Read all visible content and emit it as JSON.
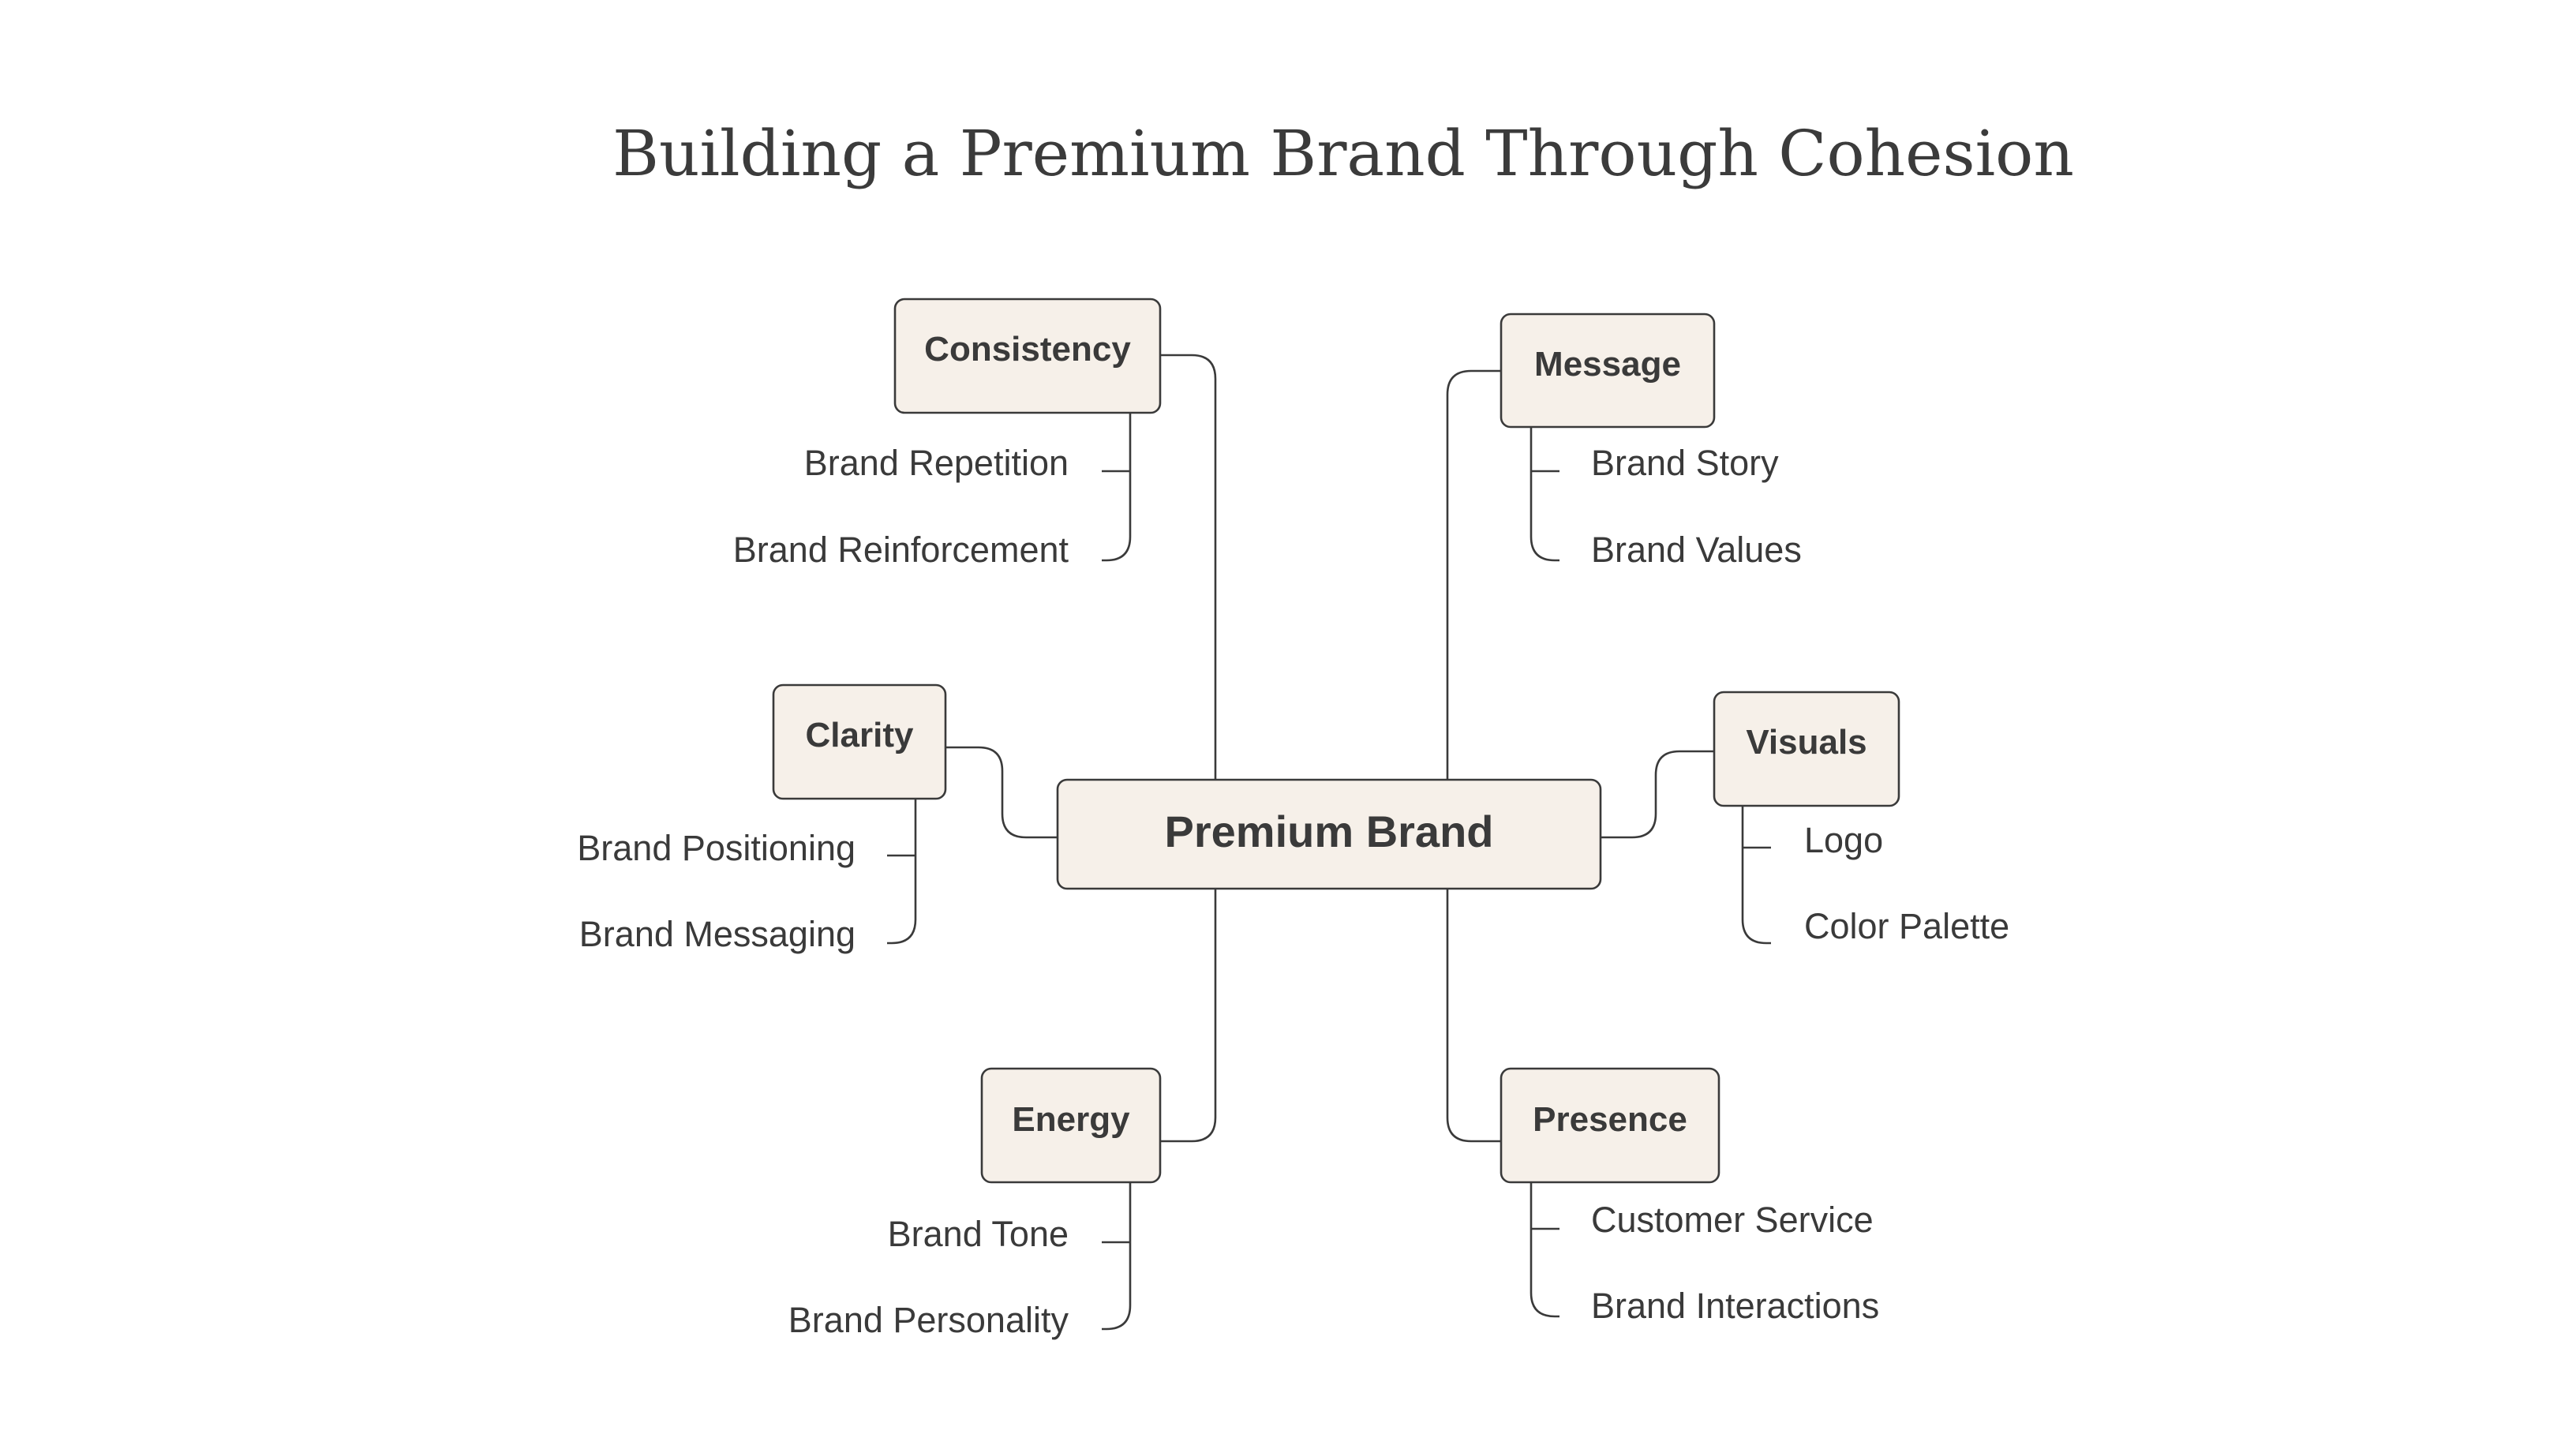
{
  "title": "Building a Premium Brand Through Cohesion",
  "colors": {
    "node_fill": "#f6f0e9",
    "stroke": "#3a3a3a",
    "text": "#3a3a3a",
    "background": "#ffffff"
  },
  "center": {
    "label": "Premium Brand"
  },
  "branches": [
    {
      "id": "consistency",
      "label": "Consistency",
      "children": [
        "Brand Repetition",
        "Brand Reinforcement"
      ]
    },
    {
      "id": "message",
      "label": "Message",
      "children": [
        "Brand Story",
        "Brand Values"
      ]
    },
    {
      "id": "clarity",
      "label": "Clarity",
      "children": [
        "Brand Positioning",
        "Brand Messaging"
      ]
    },
    {
      "id": "visuals",
      "label": "Visuals",
      "children": [
        "Logo",
        "Color Palette"
      ]
    },
    {
      "id": "energy",
      "label": "Energy",
      "children": [
        "Brand Tone",
        "Brand Personality"
      ]
    },
    {
      "id": "presence",
      "label": "Presence",
      "children": [
        "Customer Service",
        "Brand Interactions"
      ]
    }
  ]
}
